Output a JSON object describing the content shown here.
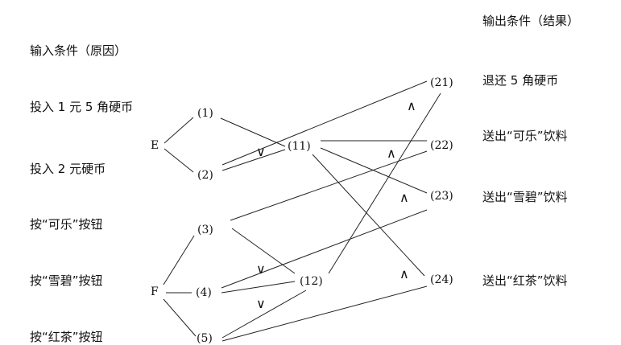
{
  "headers": {
    "input": "输入条件（原因）",
    "output": "输出条件（结果）"
  },
  "causes": [
    "投入 1 元 5 角硬币",
    "投入 2 元硬币",
    "按“可乐”按钮",
    "按“雪碧”按钮",
    "按“红茶”按钮"
  ],
  "effects": [
    "退还 5 角硬币",
    "送出“可乐”饮料",
    "送出“雪碧”饮料",
    "送出“红茶”饮料"
  ],
  "constraints": {
    "e": "E",
    "f": "F"
  },
  "nodes": {
    "n1": "(1)",
    "n2": "(2)",
    "n3": "(3)",
    "n4": "(4)",
    "n5": "(5)",
    "n11": "(11)",
    "n12": "(12)",
    "n21": "(21)",
    "n22": "(22)",
    "n23": "(23)",
    "n24": "(24)"
  },
  "operators": {
    "or": "∨",
    "and": "∧"
  }
}
